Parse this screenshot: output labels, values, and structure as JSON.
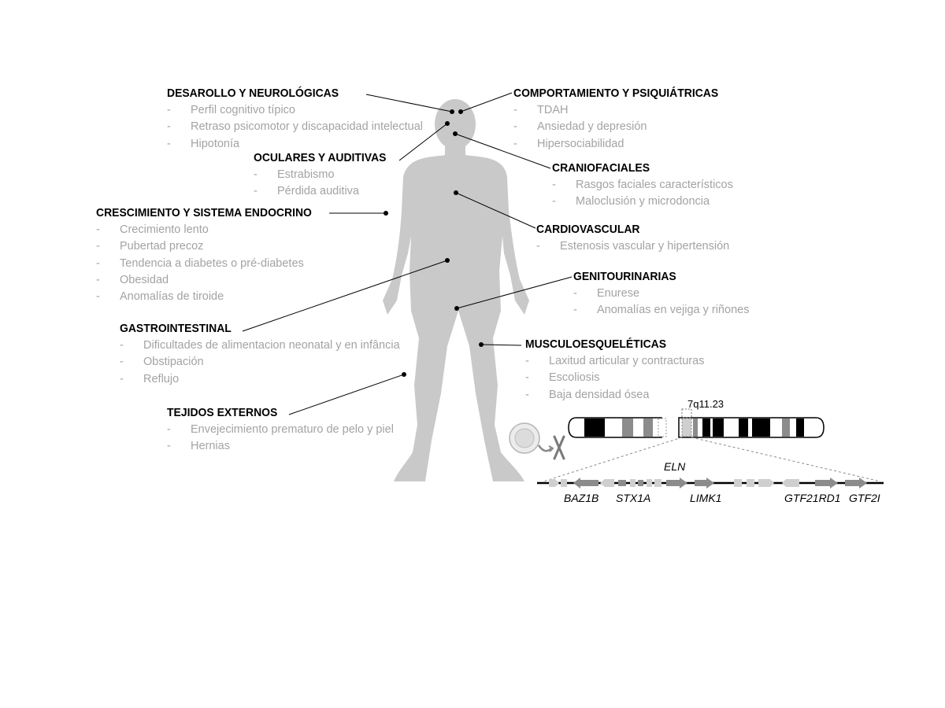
{
  "categories": [
    {
      "id": "neuro",
      "title": "DESAROLLO Y NEUROLÓGICAS",
      "items": [
        "Perfil cognitivo típico",
        "Retraso psicomotor y discapacidad intelectual",
        "Hipotonía"
      ]
    },
    {
      "id": "ocular",
      "title": "OCULARES Y AUDITIVAS",
      "items": [
        "Estrabismo",
        "Pérdida auditiva"
      ]
    },
    {
      "id": "endocrine",
      "title": "CRESCIMIENTO Y SISTEMA ENDOCRINO",
      "items": [
        "Crecimiento lento",
        "Pubertad precoz",
        "Tendencia a diabetes o pré-diabetes",
        "Obesidad",
        "Anomalías de tiroide"
      ]
    },
    {
      "id": "gastro",
      "title": "GASTROINTESTINAL",
      "items": [
        "Dificultades de alimentacion neonatal y en infância",
        "Obstipación",
        "Reflujo"
      ]
    },
    {
      "id": "tissue",
      "title": "TEJIDOS EXTERNOS",
      "items": [
        "Envejecimiento prematuro de pelo y piel",
        "Hernias"
      ]
    },
    {
      "id": "psych",
      "title": "COMPORTAMIENTO Y PSIQUIÁTRICAS",
      "items": [
        "TDAH",
        "Ansiedad y depresión",
        "Hipersociabilidad"
      ]
    },
    {
      "id": "cranio",
      "title": "CRANIOFACIALES",
      "items": [
        "Rasgos faciales característicos",
        "Maloclusión y microdoncia"
      ]
    },
    {
      "id": "cardio",
      "title": "CARDIOVASCULAR",
      "items": [
        "Estenosis vascular y hipertensión"
      ]
    },
    {
      "id": "genito",
      "title": "GENITOURINARIAS",
      "items": [
        "Enurese",
        "Anomalías en vejiga y riñones"
      ]
    },
    {
      "id": "musculo",
      "title": "MUSCULOESQUELÉTICAS",
      "items": [
        "Laxitud articular y contracturas",
        "Escoliosis",
        "Baja densidad ósea"
      ]
    }
  ],
  "chromosome": {
    "band_label": "7q11.23",
    "genes_below": [
      "BAZ1B",
      "STX1A",
      "LIMK1",
      "GTF21RD1",
      "GTF2I"
    ],
    "gene_above": "ELN"
  },
  "colors": {
    "body": "#c9c9c9",
    "category_text": "#000000",
    "item_text": "#a3a3a3",
    "gene_dark": "#8c8c8c",
    "gene_light": "#cfcfcf"
  }
}
